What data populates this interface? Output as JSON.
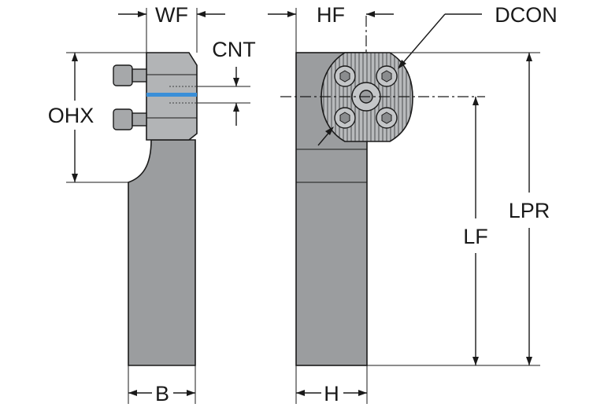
{
  "labels": {
    "wf": "WF",
    "hf": "HF",
    "dcon": "DCON",
    "cnt": "CNT",
    "ohx": "OHX",
    "lpr": "LPR",
    "lf": "LF",
    "b": "B",
    "h": "H"
  },
  "colors": {
    "body": "#9b9d9f",
    "head": "#b2b4b6",
    "coolant_channel": "#3a8fd8",
    "line": "#1a1a1a"
  }
}
